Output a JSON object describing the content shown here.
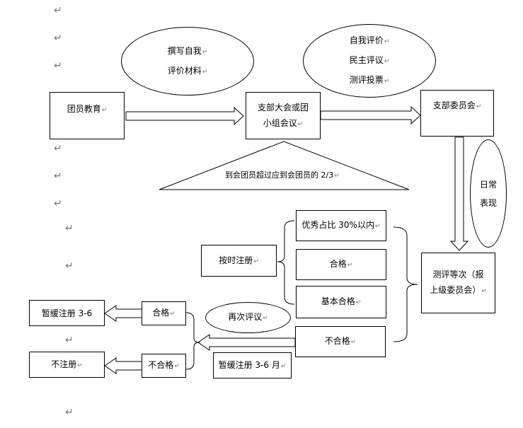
{
  "diagram": {
    "ellipse_write": [
      "撰写自我",
      "评价材料"
    ],
    "ellipse_eval": [
      "自我评价",
      "民主评议",
      "测评投票"
    ],
    "ellipse_daily": [
      "日常",
      "表现"
    ],
    "ellipse_reeval": "再次评议",
    "box_education": "团员教育",
    "box_branch_meeting": [
      "支部大会或团",
      "小组会议"
    ],
    "box_committee": "支部委员会",
    "triangle_text": "到会团员超过应到会团员的 2/3",
    "box_rating": [
      "测评等次（报",
      "上级委员会）"
    ],
    "box_register": "按时注册",
    "box_excellent": "优秀占比 30%以内",
    "box_pass": "合格",
    "box_basic_pass": "基本合格",
    "box_fail": "不合格",
    "box_defer_register_months": "暂缓注册 3-6 月",
    "box_left_pass": "合格",
    "box_left_fail": "不合格",
    "box_defer_register": "暂缓注册 3-6",
    "box_no_register": "不注册",
    "return_mark": "↵"
  }
}
